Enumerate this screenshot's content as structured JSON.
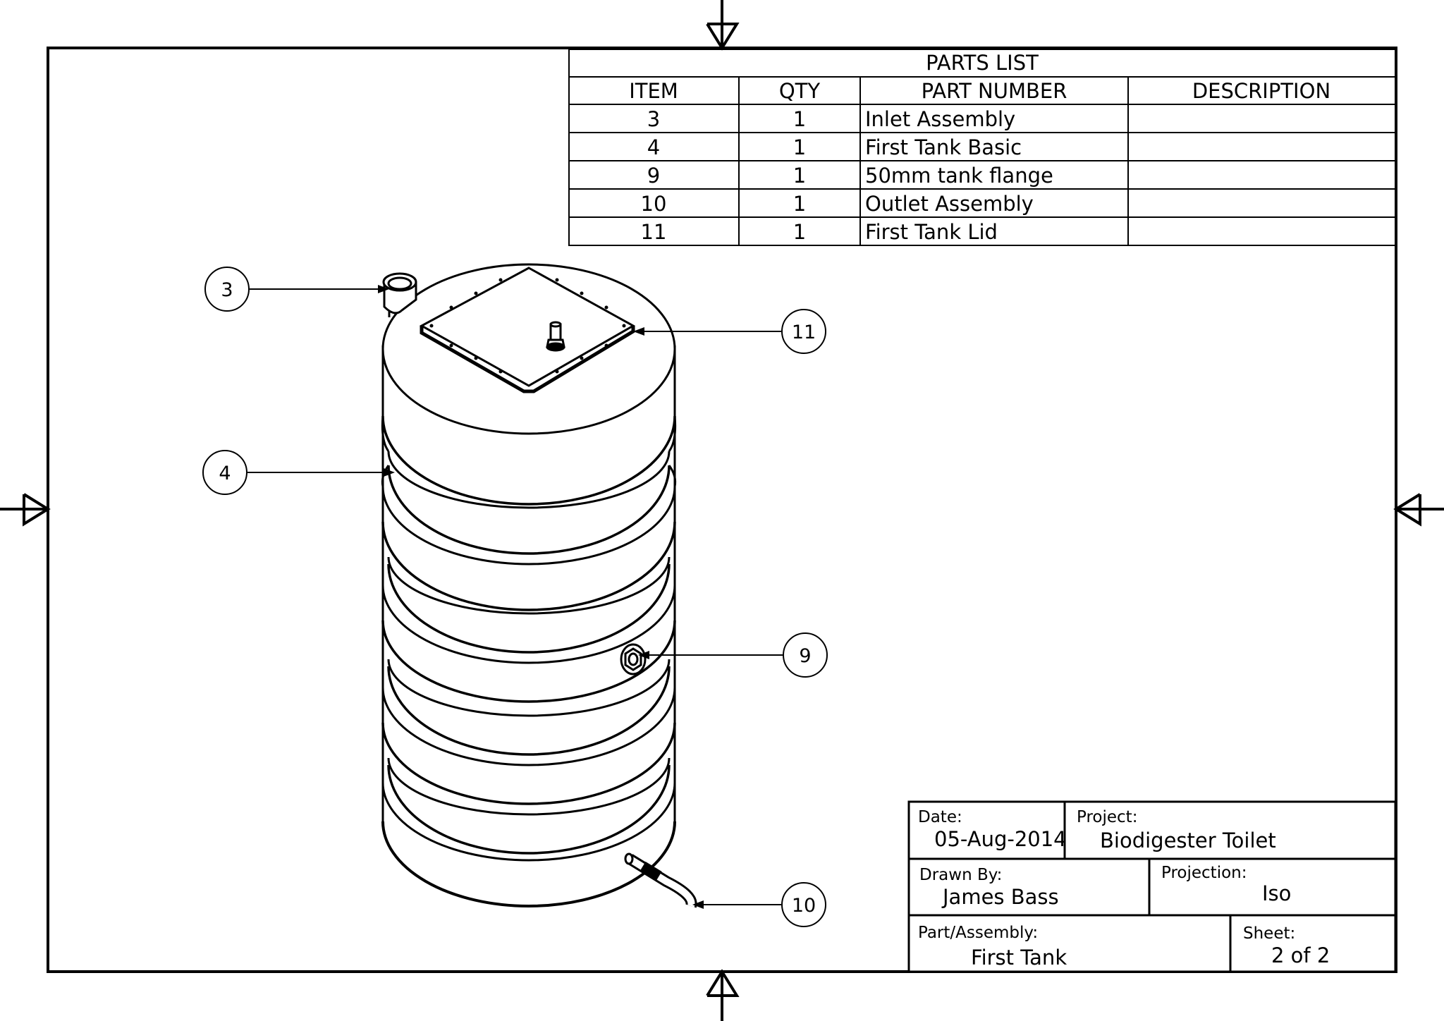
{
  "parts_list": {
    "title": "PARTS LIST",
    "columns": [
      "ITEM",
      "QTY",
      "PART NUMBER",
      "DESCRIPTION"
    ],
    "rows": [
      {
        "item": "3",
        "qty": "1",
        "part_number": "Inlet Assembly",
        "description": ""
      },
      {
        "item": "4",
        "qty": "1",
        "part_number": "First Tank Basic",
        "description": ""
      },
      {
        "item": "9",
        "qty": "1",
        "part_number": "50mm tank flange",
        "description": ""
      },
      {
        "item": "10",
        "qty": "1",
        "part_number": "Outlet Assembly",
        "description": ""
      },
      {
        "item": "11",
        "qty": "1",
        "part_number": "First Tank Lid",
        "description": ""
      }
    ]
  },
  "balloons": [
    "3",
    "4",
    "9",
    "10",
    "11"
  ],
  "title_block": {
    "date_label": "Date:",
    "date": "05-Aug-2014",
    "project_label": "Project:",
    "project": "Biodigester Toilet",
    "drawn_by_label": "Drawn By:",
    "drawn_by": "James Bass",
    "projection_label": "Projection:",
    "projection": "Iso",
    "part_label": "Part/Assembly:",
    "part": "First Tank",
    "sheet_label": "Sheet:",
    "sheet": "2 of 2"
  },
  "colors": {
    "line": "#000000",
    "background": "#ffffff"
  }
}
